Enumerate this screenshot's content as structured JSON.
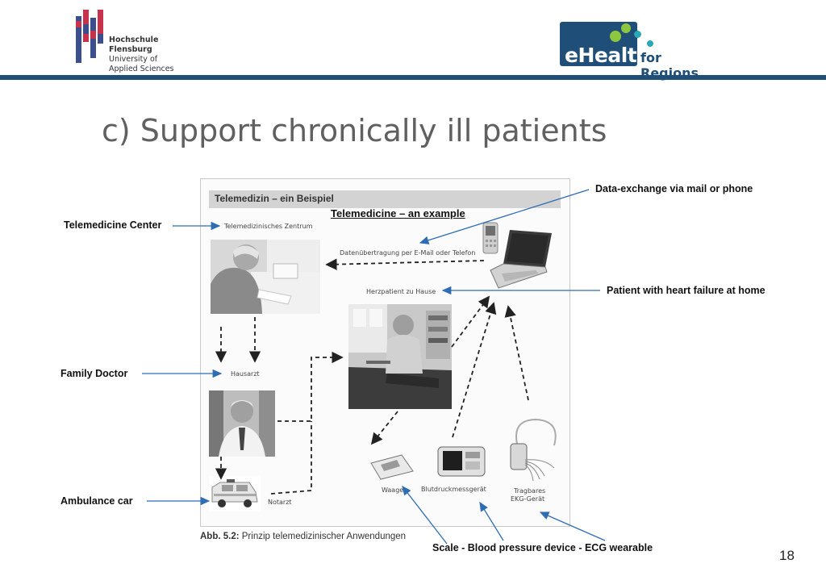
{
  "header": {
    "university": [
      "Hochschule",
      "Flensburg",
      "University of",
      "Applied Sciences"
    ],
    "brand_word": "eHealth",
    "brand_suffix": "for Regions",
    "colors": {
      "navy": "#1f4e79",
      "green": "#8dc63f",
      "teal": "#29a9b4"
    }
  },
  "title": "c) Support chronically ill patients",
  "figure": {
    "heading": "Telemedizin – ein Beispiel",
    "subtitle": "Telemedicine – an example",
    "labels": {
      "center": "Telemedizinisches Zentrum",
      "transfer": "Datenübertragung per E-Mail oder Telefon",
      "patient": "Herzpatient zu Hause",
      "doctor": "Hausarzt",
      "emergency": "Notarzt",
      "scale": "Waage",
      "bp": "Blutdruckmessgerät",
      "ecg_line1": "Tragbares",
      "ecg_line2": "EKG-Gerät"
    },
    "caption_bold": "Abb. 5.2:",
    "caption_text": "Prinzip telemedizinischer Anwendungen"
  },
  "annotations": {
    "telemedicine_center": "Telemedicine Center",
    "family_doctor": "Family Doctor",
    "ambulance": "Ambulance car",
    "data_exchange": "Data-exchange via mail or phone",
    "heart_patient": "Patient with heart failure at home",
    "devices": "Scale - Blood pressure device -  ECG wearable"
  },
  "page_number": "18"
}
